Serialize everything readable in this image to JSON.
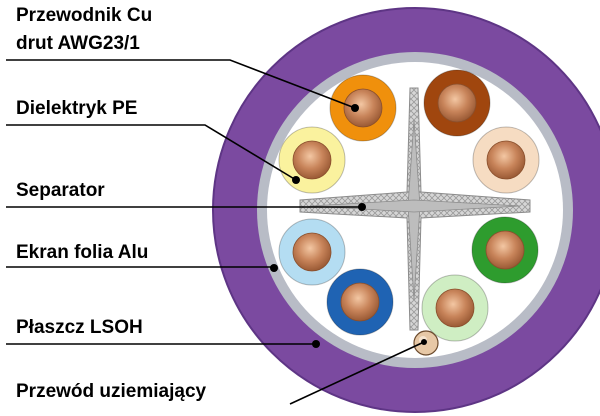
{
  "labels": {
    "conductor_line1": "Przewodnik Cu",
    "conductor_line2": "drut AWG23/1",
    "dielectric": "Dielektryk PE",
    "separator": "Separator",
    "foil_screen": "Ekran folia Alu",
    "sheath": "Płaszcz LSOH",
    "drain_wire": "Przewód uziemiający"
  },
  "colors": {
    "sheath": "#7b4aa0",
    "sheath_dark": "#5e3585",
    "foil": "#b8bcc6",
    "core_background": "#ffffff",
    "copper": "#c8845a",
    "copper_highlight": "#f0c4a0",
    "separator": "#c9c9c9"
  },
  "pairs": [
    {
      "name": "orange",
      "insulation": "#f0900c"
    },
    {
      "name": "brown",
      "insulation": "#a0460e"
    },
    {
      "name": "white-brown",
      "insulation": "#f6dcc2"
    },
    {
      "name": "green",
      "insulation": "#2e9c2e"
    },
    {
      "name": "white-green",
      "insulation": "#cfeec3"
    },
    {
      "name": "blue",
      "insulation": "#1f63b3"
    },
    {
      "name": "white-blue",
      "insulation": "#b4ddf2"
    },
    {
      "name": "white-orange",
      "insulation": "#faf29e"
    }
  ]
}
